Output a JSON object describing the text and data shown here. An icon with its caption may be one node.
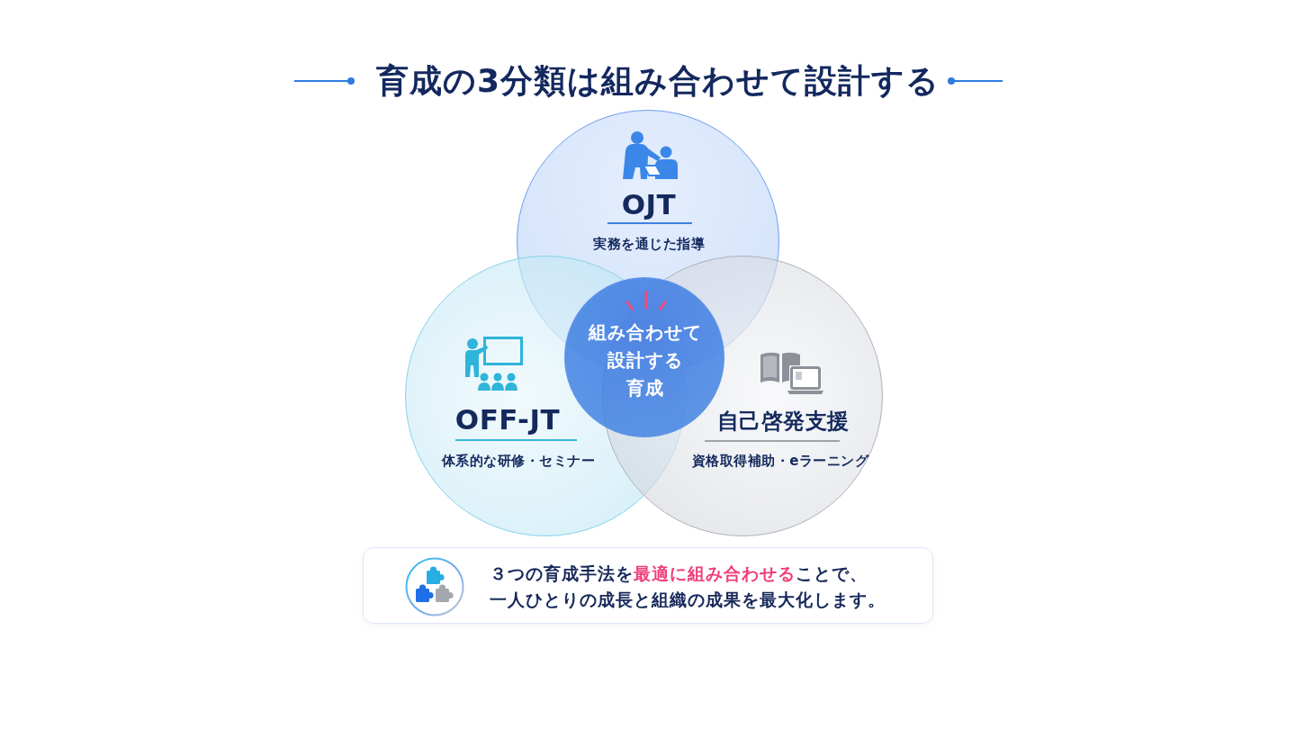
{
  "diagram": {
    "title": "育成の3分類は組み合わせて設計する",
    "nodes": [
      {
        "text": [
          "OJT",
          "実務を通じた指導"
        ]
      },
      {
        "text": [
          "OFF-JT",
          "体系的な研修・セミナー"
        ]
      },
      {
        "text": [
          "自己啓発支援",
          "資格取得補助・eラーニング"
        ]
      },
      {
        "text": [
          "組み合わせて設計する育成"
        ]
      },
      {
        "text": [
          "３つの育成手法を**最適に組み合わせる**ことで、一人ひとりの成長と組織の成果を最大化します。"
        ]
      }
    ]
  }
}
